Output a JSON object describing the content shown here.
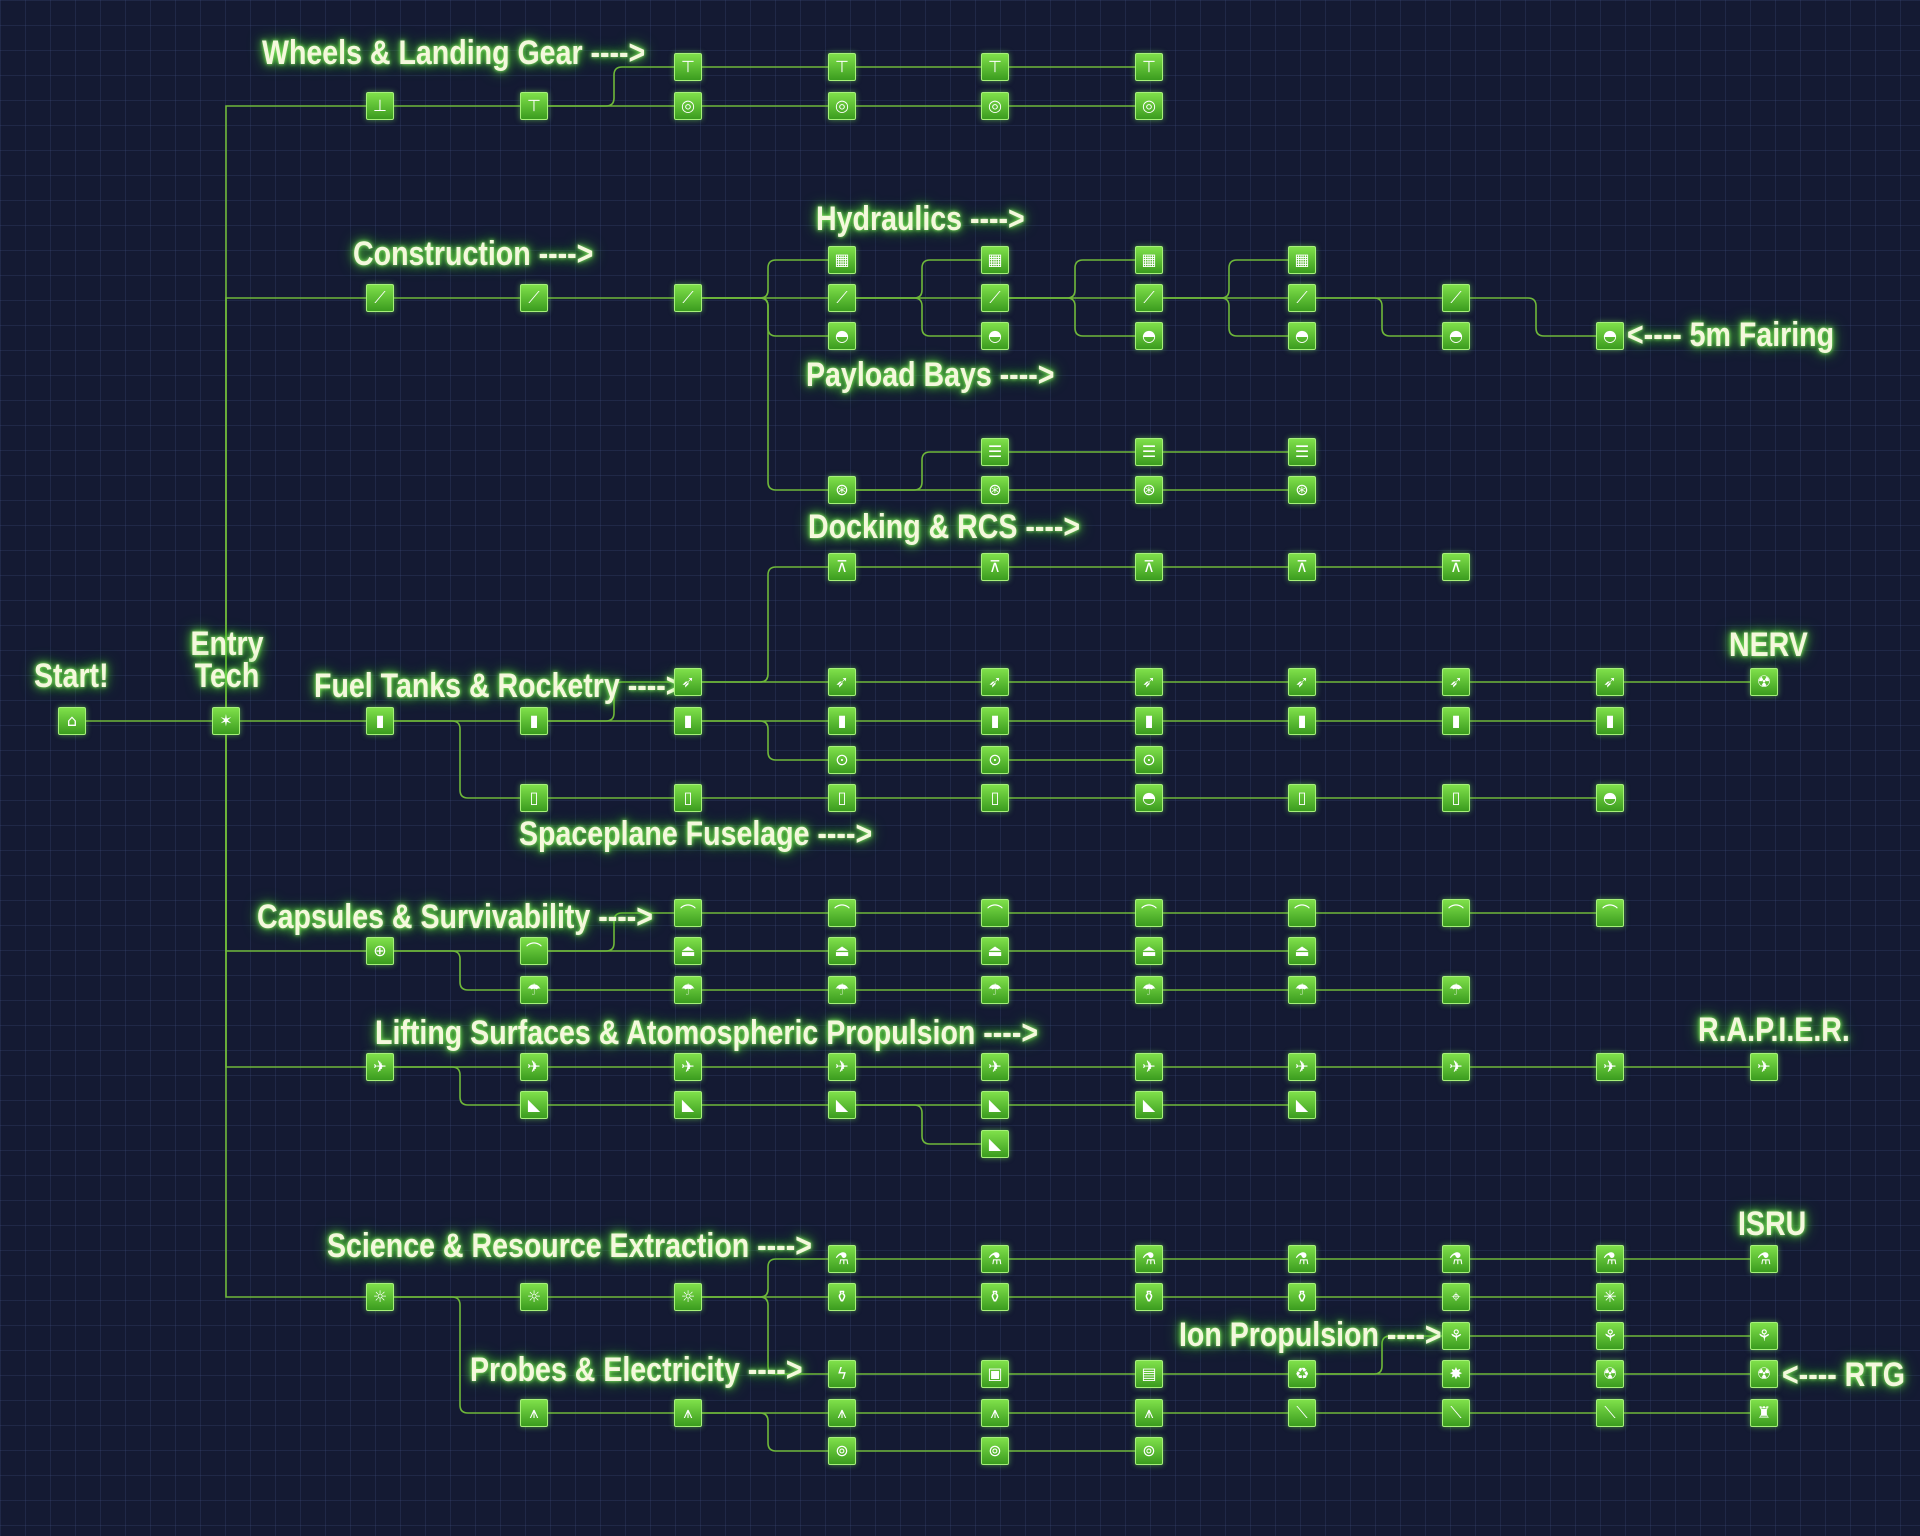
{
  "labels": {
    "start": "Start!",
    "entry_line1": "Entry",
    "entry_line2": "Tech",
    "wheels": "Wheels & Landing Gear ---->",
    "hydraulics": "Hydraulics ---->",
    "construction": "Construction ---->",
    "fairing": "<---- 5m Fairing",
    "payload": "Payload Bays ---->",
    "docking": "Docking & RCS ---->",
    "nerv": "NERV",
    "fuel": "Fuel Tanks & Rocketry ---->",
    "spaceplane": "Spaceplane Fuselage ---->",
    "capsules": "Capsules & Survivability ---->",
    "lifting": "Lifting Surfaces & Atomospheric Propulsion ---->",
    "rapier": "R.A.P.I.E.R.",
    "science": "Science & Resource Extraction ---->",
    "isru": "ISRU",
    "ion": "Ion Propulsion ---->",
    "probes": "Probes & Electricity ---->",
    "rtg": "<---- RTG"
  },
  "colors": {
    "background": "#141a33",
    "grid": "#2d3a63",
    "node_top": "#7fe04a",
    "node_bottom": "#3b9c1f",
    "wire": "#6fb83a",
    "label_text": "#f4f8dc",
    "label_glow": "#54d43a"
  },
  "nodes": {
    "start": {
      "icon": "launchpad-icon",
      "glyph": "⌂"
    },
    "entry": {
      "icon": "tech-icon",
      "glyph": "✶"
    },
    "w0": {
      "icon": "landing-leg-icon",
      "glyph": "⊥"
    },
    "w1": {
      "icon": "landing-leg-icon",
      "glyph": "⊤"
    },
    "w2": {
      "icon": "landing-gear-icon",
      "glyph": "⊤"
    },
    "w3": {
      "icon": "landing-gear-icon",
      "glyph": "⊤"
    },
    "w4": {
      "icon": "landing-gear-icon",
      "glyph": "⊤"
    },
    "w5": {
      "icon": "landing-gear-icon",
      "glyph": "⊤"
    },
    "w6": {
      "icon": "wheel-icon",
      "glyph": "◎"
    },
    "w7": {
      "icon": "wheel-icon",
      "glyph": "◎"
    },
    "w8": {
      "icon": "wheel-icon",
      "glyph": "◎"
    },
    "w9": {
      "icon": "wheel-icon",
      "glyph": "◎"
    },
    "c0": {
      "icon": "strut-icon",
      "glyph": "⟋"
    },
    "c1": {
      "icon": "strut-icon",
      "glyph": "⟋"
    },
    "c2": {
      "icon": "strut-icon",
      "glyph": "⟋"
    },
    "c3": {
      "icon": "strut-icon",
      "glyph": "⟋"
    },
    "c4": {
      "icon": "strut-icon",
      "glyph": "⟋"
    },
    "c5": {
      "icon": "strut-icon",
      "glyph": "⟋"
    },
    "c6": {
      "icon": "strut-icon",
      "glyph": "⟋"
    },
    "c7": {
      "icon": "strut-icon",
      "glyph": "⟋"
    },
    "h0": {
      "icon": "hydraulics-icon",
      "glyph": "▦"
    },
    "h1": {
      "icon": "hydraulics-icon",
      "glyph": "▦"
    },
    "h2": {
      "icon": "hydraulics-icon",
      "glyph": "▦"
    },
    "h3": {
      "icon": "hydraulics-icon",
      "glyph": "▦"
    },
    "f0": {
      "icon": "fairing-icon",
      "glyph": "◓"
    },
    "f1": {
      "icon": "fairing-icon",
      "glyph": "◓"
    },
    "f2": {
      "icon": "fairing-icon",
      "glyph": "◓"
    },
    "f3": {
      "icon": "fairing-icon",
      "glyph": "◓"
    },
    "f4": {
      "icon": "fairing-icon",
      "glyph": "◓"
    },
    "f5": {
      "icon": "fairing-icon",
      "glyph": "◓"
    },
    "d0": {
      "icon": "docking-port-icon",
      "glyph": "⊛"
    },
    "d1": {
      "icon": "docking-port-icon",
      "glyph": "⊛"
    },
    "d2": {
      "icon": "docking-port-icon",
      "glyph": "⊛"
    },
    "d3": {
      "icon": "docking-port-icon",
      "glyph": "⊛"
    },
    "p0": {
      "icon": "payload-bay-icon",
      "glyph": "☰"
    },
    "p1": {
      "icon": "payload-bay-icon",
      "glyph": "☰"
    },
    "p2": {
      "icon": "payload-bay-icon",
      "glyph": "☰"
    },
    "r0": {
      "icon": "rcs-thruster-icon",
      "glyph": "⊼"
    },
    "r1": {
      "icon": "rcs-thruster-icon",
      "glyph": "⊼"
    },
    "r2": {
      "icon": "rcs-thruster-icon",
      "glyph": "⊼"
    },
    "r3": {
      "icon": "rcs-thruster-icon",
      "glyph": "⊼"
    },
    "r4": {
      "icon": "rcs-thruster-icon",
      "glyph": "⊼"
    },
    "e0": {
      "icon": "rocket-engine-icon",
      "glyph": "➶"
    },
    "e1": {
      "icon": "rocket-engine-icon",
      "glyph": "➶"
    },
    "e2": {
      "icon": "rocket-engine-icon",
      "glyph": "➶"
    },
    "e3": {
      "icon": "rocket-engine-icon",
      "glyph": "➶"
    },
    "e4": {
      "icon": "rocket-engine-icon",
      "glyph": "➶"
    },
    "e5": {
      "icon": "rocket-engine-icon",
      "glyph": "➶"
    },
    "e6": {
      "icon": "rocket-engine-icon",
      "glyph": "➶"
    },
    "nerv": {
      "icon": "nuclear-engine-icon",
      "glyph": "☢"
    },
    "t0": {
      "icon": "fuel-tank-icon",
      "glyph": "▮"
    },
    "t1": {
      "icon": "fuel-tank-icon",
      "glyph": "▮"
    },
    "t2": {
      "icon": "fuel-tank-icon",
      "glyph": "▮"
    },
    "t3": {
      "icon": "fuel-tank-icon",
      "glyph": "▮"
    },
    "t4": {
      "icon": "fuel-tank-icon",
      "glyph": "▮"
    },
    "t5": {
      "icon": "fuel-tank-icon",
      "glyph": "▮"
    },
    "t6": {
      "icon": "fuel-tank-icon",
      "glyph": "▮"
    },
    "t7": {
      "icon": "fuel-tank-icon",
      "glyph": "▮"
    },
    "t8": {
      "icon": "fuel-tank-icon",
      "glyph": "▮"
    },
    "o0": {
      "icon": "decoupler-icon",
      "glyph": "⊙"
    },
    "o1": {
      "icon": "decoupler-icon",
      "glyph": "⊙"
    },
    "o2": {
      "icon": "decoupler-icon",
      "glyph": "⊙"
    },
    "s0": {
      "icon": "fuselage-icon",
      "glyph": "▯"
    },
    "s1": {
      "icon": "fuselage-icon",
      "glyph": "▯"
    },
    "s2": {
      "icon": "fuselage-icon",
      "glyph": "▯"
    },
    "s3": {
      "icon": "fuselage-icon",
      "glyph": "▯"
    },
    "s4": {
      "icon": "fuselage-icon",
      "glyph": "◓"
    },
    "s5": {
      "icon": "fuselage-icon",
      "glyph": "▯"
    },
    "s6": {
      "icon": "fuselage-icon",
      "glyph": "▯"
    },
    "s7": {
      "icon": "fuselage-icon",
      "glyph": "◓"
    },
    "k0": {
      "icon": "capsule-icon",
      "glyph": "⊕"
    },
    "k1": {
      "icon": "heat-shield-icon",
      "glyph": "⌒"
    },
    "k2": {
      "icon": "heat-shield-icon",
      "glyph": "⌒"
    },
    "k3": {
      "icon": "heat-shield-icon",
      "glyph": "⌒"
    },
    "k4": {
      "icon": "heat-shield-icon",
      "glyph": "⌒"
    },
    "k5": {
      "icon": "heat-shield-icon",
      "glyph": "⌒"
    },
    "k6": {
      "icon": "heat-shield-icon",
      "glyph": "⌒"
    },
    "k7": {
      "icon": "heat-shield-icon",
      "glyph": "⌒"
    },
    "k8": {
      "icon": "heat-shield-icon",
      "glyph": "⌒"
    },
    "m0": {
      "icon": "pod-icon",
      "glyph": "⏏"
    },
    "m1": {
      "icon": "pod-icon",
      "glyph": "⏏"
    },
    "m2": {
      "icon": "pod-icon",
      "glyph": "⏏"
    },
    "m3": {
      "icon": "pod-icon",
      "glyph": "⏏"
    },
    "m4": {
      "icon": "pod-icon",
      "glyph": "⏏"
    },
    "u0": {
      "icon": "parachute-icon",
      "glyph": "☂"
    },
    "u1": {
      "icon": "parachute-icon",
      "glyph": "☂"
    },
    "u2": {
      "icon": "parachute-icon",
      "glyph": "☂"
    },
    "u3": {
      "icon": "parachute-icon",
      "glyph": "☂"
    },
    "u4": {
      "icon": "parachute-icon",
      "glyph": "☂"
    },
    "u5": {
      "icon": "parachute-icon",
      "glyph": "☂"
    },
    "u6": {
      "icon": "parachute-icon",
      "glyph": "☂"
    },
    "a0": {
      "icon": "aircraft-icon",
      "glyph": "✈"
    },
    "a1": {
      "icon": "aircraft-icon",
      "glyph": "✈"
    },
    "a2": {
      "icon": "aircraft-icon",
      "glyph": "✈"
    },
    "a3": {
      "icon": "aircraft-icon",
      "glyph": "✈"
    },
    "a4": {
      "icon": "jet-engine-icon",
      "glyph": "✈"
    },
    "a5": {
      "icon": "jet-engine-icon",
      "glyph": "✈"
    },
    "a6": {
      "icon": "jet-engine-icon",
      "glyph": "✈"
    },
    "a7": {
      "icon": "jet-engine-icon",
      "glyph": "✈"
    },
    "a8": {
      "icon": "jet-engine-icon",
      "glyph": "✈"
    },
    "rapier": {
      "icon": "rapier-engine-icon",
      "glyph": "✈"
    },
    "g0": {
      "icon": "wing-icon",
      "glyph": "◣"
    },
    "g1": {
      "icon": "wing-icon",
      "glyph": "◣"
    },
    "g2": {
      "icon": "wing-icon",
      "glyph": "◣"
    },
    "g3": {
      "icon": "wing-icon",
      "glyph": "◣"
    },
    "g4": {
      "icon": "wing-icon",
      "glyph": "◣"
    },
    "g5": {
      "icon": "wing-icon",
      "glyph": "◣"
    },
    "g6": {
      "icon": "wing-icon",
      "glyph": "◣"
    },
    "x0": {
      "icon": "lightbulb-icon",
      "glyph": "☼"
    },
    "x1": {
      "icon": "lightbulb-icon",
      "glyph": "☼"
    },
    "x2": {
      "icon": "lightbulb-icon",
      "glyph": "☼"
    },
    "n0": {
      "icon": "science-lab-icon",
      "glyph": "⚗"
    },
    "n1": {
      "icon": "science-lab-icon",
      "glyph": "⚗"
    },
    "n2": {
      "icon": "science-lab-icon",
      "glyph": "⚗"
    },
    "n3": {
      "icon": "science-lab-icon",
      "glyph": "⚗"
    },
    "n4": {
      "icon": "science-lab-icon",
      "glyph": "⚗"
    },
    "n5": {
      "icon": "science-lab-icon",
      "glyph": "⚗"
    },
    "isru": {
      "icon": "isru-icon",
      "glyph": "⚗"
    },
    "b0": {
      "icon": "flask-icon",
      "glyph": "⚱"
    },
    "b1": {
      "icon": "flask-icon",
      "glyph": "⚱"
    },
    "b2": {
      "icon": "flask-icon",
      "glyph": "⚱"
    },
    "b3": {
      "icon": "flask-icon",
      "glyph": "⚱"
    },
    "b4": {
      "icon": "telescope-icon",
      "glyph": "⌖"
    },
    "b5": {
      "icon": "sensor-icon",
      "glyph": "✳"
    },
    "i0": {
      "icon": "ion-engine-icon",
      "glyph": "⚘"
    },
    "i1": {
      "icon": "ion-engine-icon",
      "glyph": "⚘"
    },
    "i2": {
      "icon": "ion-engine-icon",
      "glyph": "⚘"
    },
    "q0": {
      "icon": "battery-icon",
      "glyph": "ϟ"
    },
    "q1": {
      "icon": "chip-icon",
      "glyph": "▣"
    },
    "q2": {
      "icon": "solar-panel-icon",
      "glyph": "▤"
    },
    "q3": {
      "icon": "recycle-icon",
      "glyph": "♻"
    },
    "q4": {
      "icon": "spark-icon",
      "glyph": "✸"
    },
    "q5": {
      "icon": "radiation-icon",
      "glyph": "☢"
    },
    "rtg": {
      "icon": "rtg-icon",
      "glyph": "☢"
    },
    "v0": {
      "icon": "probe-icon",
      "glyph": "⩚"
    },
    "v1": {
      "icon": "probe-icon",
      "glyph": "⩚"
    },
    "v2": {
      "icon": "probe-icon",
      "glyph": "⩚"
    },
    "v3": {
      "icon": "probe-icon",
      "glyph": "⩚"
    },
    "v4": {
      "icon": "probe-icon",
      "glyph": "⩚"
    },
    "v5": {
      "icon": "antenna-icon",
      "glyph": "⟍"
    },
    "v6": {
      "icon": "antenna-icon",
      "glyph": "⟍"
    },
    "v7": {
      "icon": "antenna-icon",
      "glyph": "⟍"
    },
    "v8": {
      "icon": "robot-icon",
      "glyph": "♜"
    },
    "y0": {
      "icon": "probe-core-icon",
      "glyph": "⊚"
    },
    "y1": {
      "icon": "probe-core-icon",
      "glyph": "⊚"
    },
    "y2": {
      "icon": "probe-core-icon",
      "glyph": "⊚"
    }
  }
}
